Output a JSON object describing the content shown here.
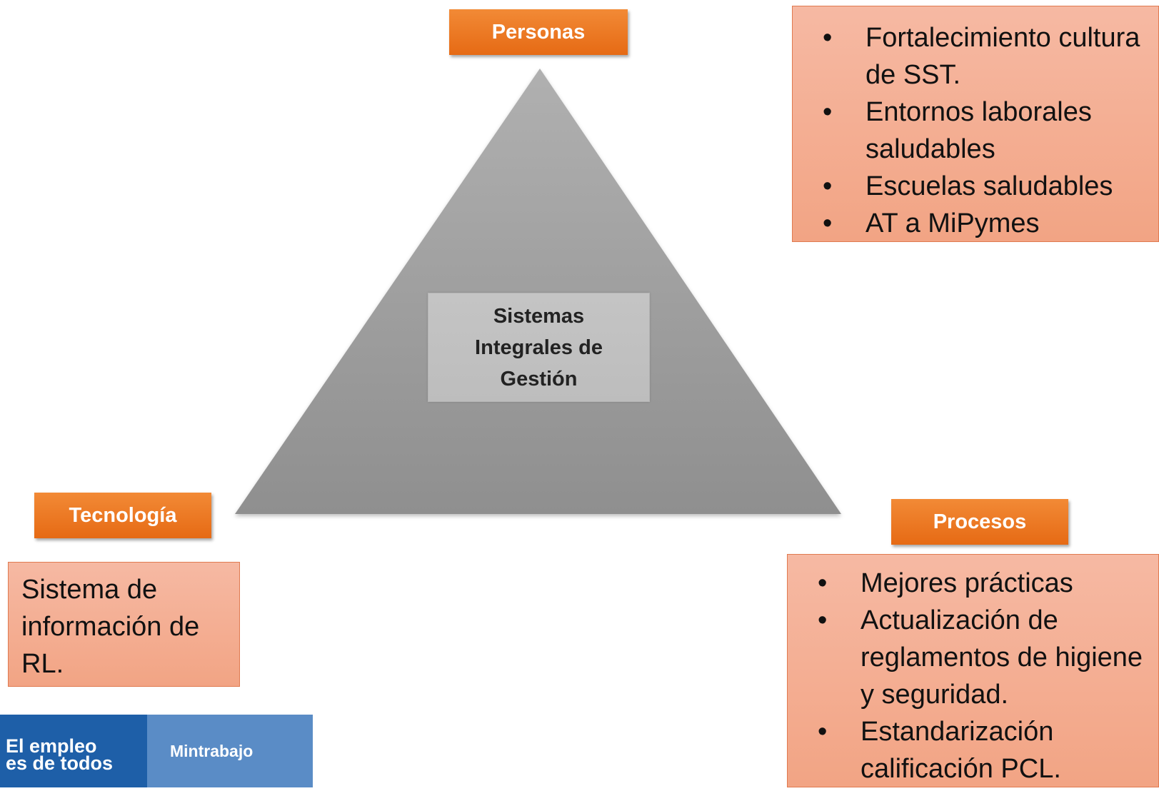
{
  "colors": {
    "tab_orange": "#e9731c",
    "panel_salmon": "#f4ad92",
    "panel_border": "#e07a50",
    "triangle_gray": "#9a9a9a",
    "center_box_gray": "#c0c0c0",
    "footer_dark_blue": "#1e5fa8",
    "footer_light_blue": "#5a8cc6"
  },
  "diagram": {
    "center_label": "Sistemas\nIntegrales de\nGestión",
    "vertices": {
      "top": {
        "label": "Personas",
        "items": [
          "Fortalecimiento cultura de SST.",
          "Entornos laborales saludables",
          "Escuelas saludables",
          "AT a MiPymes"
        ]
      },
      "bottom_left": {
        "label": "Tecnología",
        "text": "Sistema de\ninformación de\nRL."
      },
      "bottom_right": {
        "label": "Procesos",
        "items": [
          "Mejores prácticas",
          "Actualización de reglamentos de higiene y seguridad.",
          "Estandarización calificación PCL."
        ]
      }
    },
    "bullet_symbol": "•"
  },
  "footer": {
    "slogan": "El empleo\nes de todos",
    "ministry": "Mintrabajo"
  }
}
